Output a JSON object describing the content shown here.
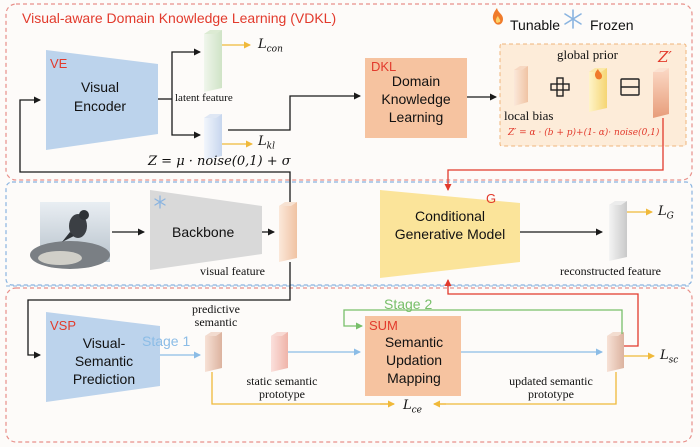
{
  "header": {
    "title": "Visual-aware Domain Knowledge Learning (VDKL)",
    "tunable_label": "Tunable",
    "frozen_label": "Frozen"
  },
  "ve": {
    "tag": "VE",
    "name": "Visual Encoder",
    "latent_label": "latent feature",
    "loss_con": "L",
    "loss_con_sub": "con",
    "loss_kl": "L",
    "loss_kl_sub": "kl",
    "z_formula": "Z = μ · noise(0,1) + σ"
  },
  "dkl": {
    "tag": "DKL",
    "name": "Domain Knowledge Learning",
    "global_prior_label": "global prior",
    "local_bias_label": "local bias",
    "z_prime": "Z′",
    "z_prime_formula": "Z′ = α · (b + p)+(1- α)· noise(0,1)"
  },
  "middle": {
    "backbone_label": "Backbone",
    "visual_feature_label": "visual feature",
    "g_tag": "G",
    "generator_name": "Conditional Generative Model",
    "reconstructed_label": "reconstructed feature",
    "loss_g": "L",
    "loss_g_sub": "G"
  },
  "bottom": {
    "vsp_tag": "VSP",
    "vsp_name": "Visual-Semantic Prediction",
    "stage1_label": "Stage 1",
    "stage2_label": "Stage 2",
    "predictive_label": "predictive semantic",
    "static_label": "static semantic prototype",
    "sum_tag": "SUM",
    "sum_name": "Semantic Updation Mapping",
    "updated_label": "updated semantic prototype",
    "loss_sc": "L",
    "loss_sc_sub": "sc",
    "loss_ce": "L",
    "loss_ce_sub": "ce"
  },
  "colors": {
    "encoder_blue": "#bcd3ec",
    "dkl_orange": "#f6c3a0",
    "generator_yellow": "#fbe49a",
    "backbone_grey": "#d9d9d9",
    "top_border_red": "#e8908a",
    "middle_border_blue": "#8ab4e0",
    "stage1_blue": "#8bbce6",
    "stage2_green": "#78bf6a",
    "arrow_yellow": "#f0b93a",
    "arrow_red": "#e23a2c"
  }
}
